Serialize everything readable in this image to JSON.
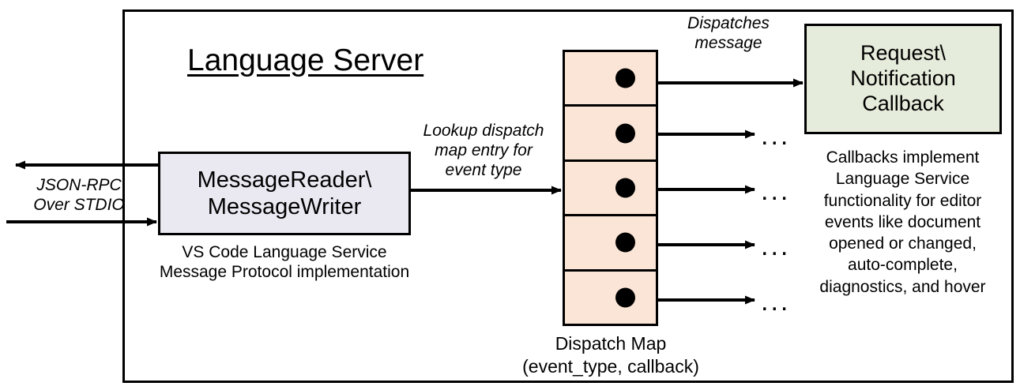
{
  "diagram": {
    "outer_frame_label": "Language Server",
    "boxes": {
      "message_io": {
        "line1": "MessageReader\\",
        "line2": "MessageWriter",
        "fill": "#eae8f1",
        "caption": "VS Code Language Service\nMessage Protocol implementation"
      },
      "dispatch_map": {
        "fill": "#fbe5d6",
        "caption_line1": "Dispatch Map",
        "caption_line2": "(event_type, callback)",
        "cells": [
          {
            "id": "entry-1",
            "marker": "dot"
          },
          {
            "id": "entry-2",
            "marker": "dot"
          },
          {
            "id": "entry-3",
            "marker": "dot"
          },
          {
            "id": "entry-4",
            "marker": "dot"
          },
          {
            "id": "entry-5",
            "marker": "dot"
          }
        ]
      },
      "callback": {
        "line1": "Request\\",
        "line2": "Notification",
        "line3": "Callback",
        "fill": "#e6ecdb",
        "caption": "Callbacks implement\nLanguage Service\nfunctionality for editor\nevents like document\nopened or changed,\nauto-complete,\ndiagnostics, and hover"
      }
    },
    "edge_labels": {
      "jsonrpc": "JSON-RPC\nOver STDIO",
      "lookup": "Lookup dispatch\nmap entry for\nevent type",
      "dispatches": "Dispatches\nmessage"
    },
    "ellipses": [
      "...",
      "...",
      "...",
      "..."
    ],
    "colors": {
      "stroke": "#000000",
      "background": "#ffffff"
    }
  }
}
